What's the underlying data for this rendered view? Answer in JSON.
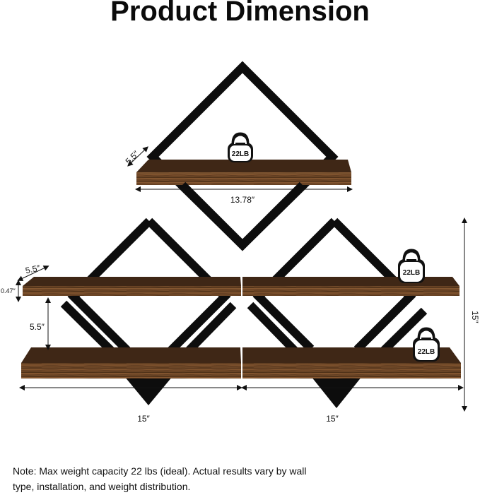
{
  "title": "Product Dimension",
  "dimensions": {
    "top_depth": "5.5″",
    "top_width": "13.78″",
    "mid_depth": "5.5″",
    "thickness": "0.47″",
    "gap": "5.5″",
    "left_width": "15″",
    "right_width": "15″",
    "height": "15″"
  },
  "weights": [
    "22LB",
    "22LB",
    "22LB"
  ],
  "colors": {
    "wood": "#6e4626",
    "wood_dark": "#4a2e17",
    "frame": "#0d0d0d"
  },
  "note": "Note: Max weight capacity 22 lbs (ideal). Actual results vary by wall type, installation, and weight distribution."
}
